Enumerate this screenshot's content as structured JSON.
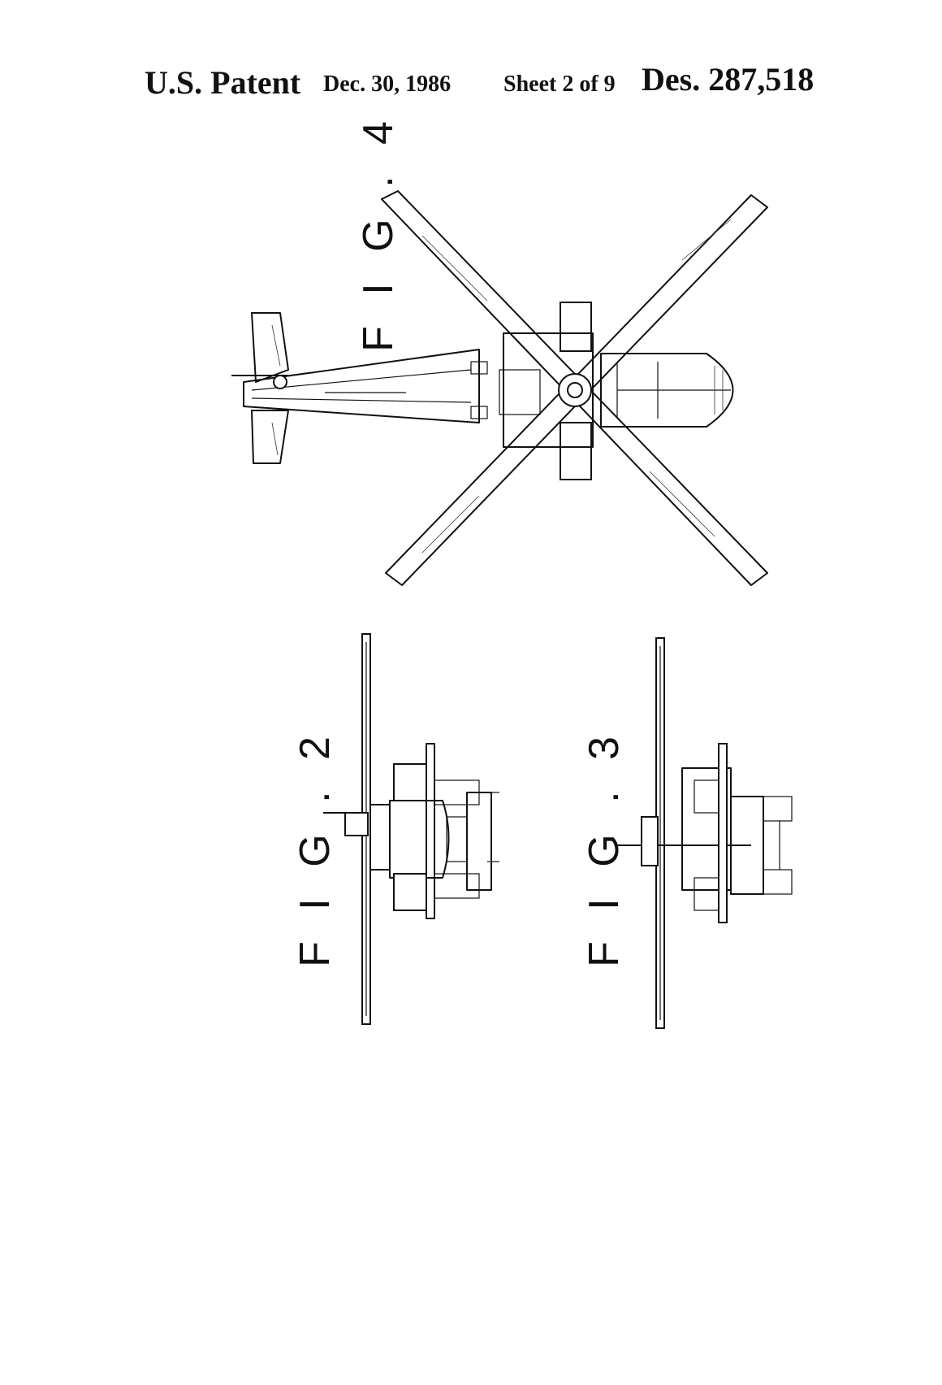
{
  "header": {
    "patent": "U.S. Patent",
    "date": "Dec. 30, 1986",
    "sheet": "Sheet 2 of 9",
    "design_number": "Des. 287,518"
  },
  "figures": {
    "fig4": "F I G . 4",
    "fig2": "F I G . 2",
    "fig3": "F I G . 3"
  },
  "colors": {
    "ink": "#111111",
    "paper": "#ffffff"
  }
}
